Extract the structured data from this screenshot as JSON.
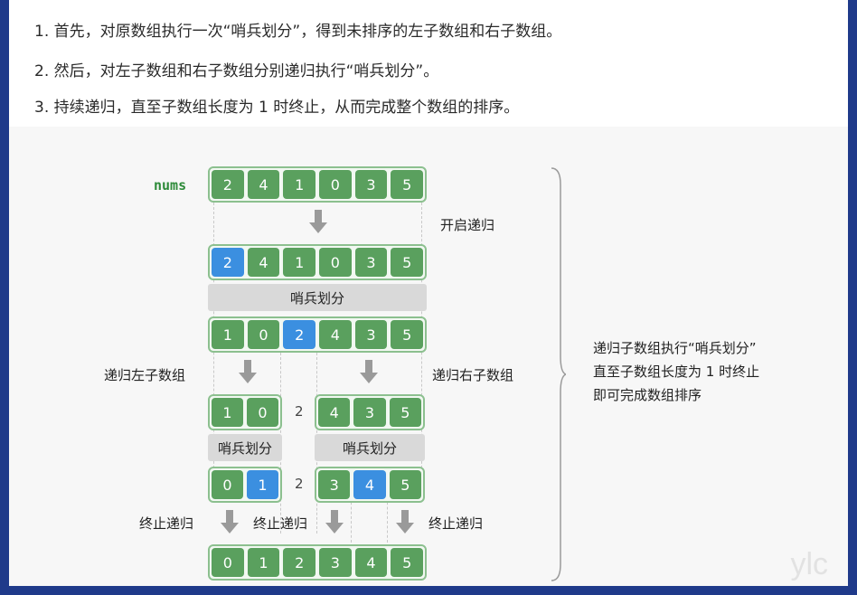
{
  "steps": [
    "1. 首先，对原数组执行一次“哨兵划分”，得到未排序的左子数组和右子数组。",
    "2. 然后，对左子数组和右子数组分别递归执行“哨兵划分”。",
    "3. 持续递归，直至子数组长度为 1 时终止，从而完成整个数组的排序。"
  ],
  "diagram": {
    "nums_label": "nums",
    "row0": [
      "2",
      "4",
      "1",
      "0",
      "3",
      "5"
    ],
    "row1": [
      "2",
      "4",
      "1",
      "0",
      "3",
      "5"
    ],
    "row1_pivot_index": 0,
    "row2": [
      "1",
      "0",
      "2",
      "4",
      "3",
      "5"
    ],
    "row2_pivot_index": 2,
    "left3": [
      "1",
      "0"
    ],
    "right3": [
      "4",
      "3",
      "5"
    ],
    "left4": [
      "0",
      "1"
    ],
    "left4_pivot_index": 1,
    "right4": [
      "3",
      "4",
      "5"
    ],
    "right4_pivot_index": 1,
    "final": [
      "0",
      "1",
      "2",
      "3",
      "4",
      "5"
    ],
    "mid_value_a": "2",
    "mid_value_b": "2",
    "labels": {
      "start_recursion": "开启递归",
      "partition": "哨兵划分",
      "recurse_left": "递归左子数组",
      "recurse_right": "递归右子数组",
      "stop_recursion": "终止递归"
    },
    "note_lines": [
      "递归子数组执行“哨兵划分”",
      "直至子数组长度为  1  时终止",
      "即可完成数组排序"
    ],
    "watermark": "ylc"
  }
}
